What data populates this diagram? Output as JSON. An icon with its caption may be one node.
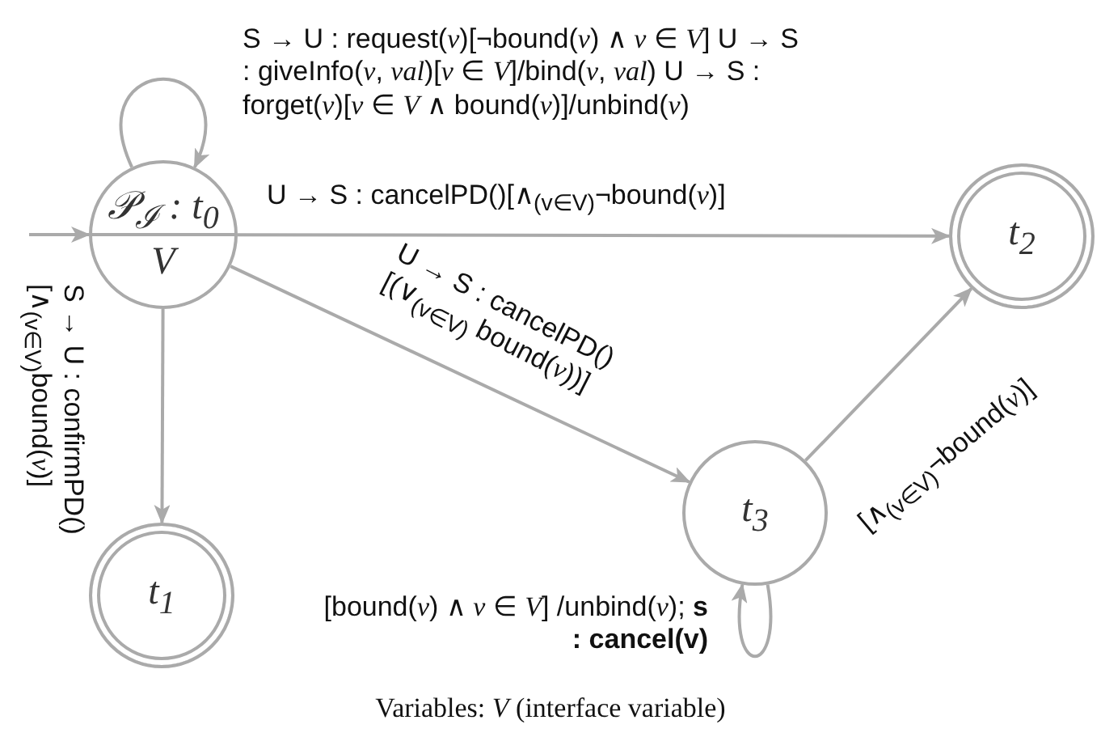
{
  "diagram": {
    "caption": "Variables: *V* (interface variable)",
    "nodes": [
      {
        "text": [
          "𝒫$_{ℐ}$ : t$_{0}$",
          "V"
        ]
      },
      {
        "text": [
          "t$_{1}$"
        ]
      },
      {
        "text": [
          "t$_{2}$"
        ]
      },
      {
        "text": [
          "t$_{3}$"
        ]
      }
    ],
    "edges": [
      {
        "from": null,
        "to": 0,
        "arrow": "to"
      },
      {
        "from": 0,
        "to": 0,
        "arrow": "to",
        "label": "S → U : request(*v*)[¬bound(*v*) ∧ *v* ∈ *V*] U → S : giveInfo(*v*, *val*)[*v* ∈ *V*]/bind(*v*, *val*) U → S : forget(*v*)[*v* ∈ *V* ∧ bound(*v*)]/unbind(*v*)"
      },
      {
        "from": 0,
        "to": 2,
        "arrow": "to",
        "label": "U → S : cancelPD()[∧$_{(v∈V)}$¬bound(*v*)]"
      },
      {
        "from": 0,
        "to": 3,
        "arrow": "to",
        "label": "U → S : cancelPD() [(∨$_{(v∈V)}$ bound(*v*))]"
      },
      {
        "from": 0,
        "to": 1,
        "arrow": "to",
        "label": "S → U : confirmPD() [∧$_{(v∈V)}$bound(*v*)]"
      },
      {
        "from": 3,
        "to": 2,
        "arrow": "to",
        "label": "[∧$_{(v∈V)}$¬bound(*v*)]"
      },
      {
        "from": 3,
        "to": 3,
        "arrow": "to",
        "label": "[bound(*v*) ∧ *v* ∈ *V*] /unbind(*v*); **s : cancel(v)**"
      }
    ]
  }
}
